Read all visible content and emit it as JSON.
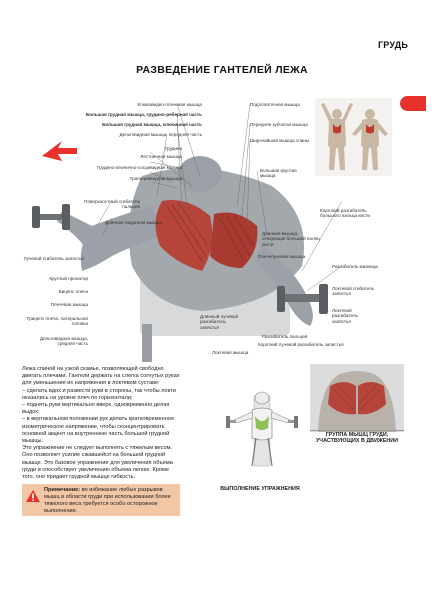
{
  "section_label": "ГРУДЬ",
  "title": "РАЗВЕДЕНИЕ ГАНТЕЛЕЙ ЛЕЖА",
  "labels": {
    "left": [
      {
        "text": "Клювовидно-плечевая мышца",
        "bold": false
      },
      {
        "text": "Большая грудная мышца, грудино-реберная часть",
        "bold": true
      },
      {
        "text": "Большая грудная мышца, ключичная часть",
        "bold": true
      },
      {
        "text": "Дельтовидная мышца, передняя часть",
        "bold": false
      },
      {
        "text": "Грудина",
        "bold": false
      },
      {
        "text": "Лестничная мышца",
        "bold": false
      },
      {
        "text": "Грудино-ключично-сосцевидная мышца",
        "bold": false
      },
      {
        "text": "Трапециевидная мышца",
        "bold": false
      },
      {
        "text": "Поверхностный сгибатель пальцев",
        "bold": false
      },
      {
        "text": "Длинная ладонная мышца",
        "bold": false
      },
      {
        "text": "Лучевой сгибатель запястья",
        "bold": false
      },
      {
        "text": "Круглый пронатор",
        "bold": false
      },
      {
        "text": "Бицепс плеча",
        "bold": false
      },
      {
        "text": "Плечевая мышца",
        "bold": false
      },
      {
        "text": "Трицепс плеча, латеральная головка",
        "bold": false
      },
      {
        "text": "Дельтовидная мышца, средняя часть",
        "bold": false
      }
    ],
    "right": [
      {
        "text": "Подлопаточная мышца"
      },
      {
        "text": "Передняя зубчатая мышца"
      },
      {
        "text": "Широчайшая мышца спины"
      },
      {
        "text": "Большая круглая мышца"
      },
      {
        "text": "Короткий разгибатель большого пальца кисти"
      },
      {
        "text": "Длинная мышца, отводящая большой палец кисти"
      },
      {
        "text": "Плечелучевая мышца"
      },
      {
        "text": "Разгибатель мизинца"
      },
      {
        "text": "Локтевой сгибатель запястья"
      },
      {
        "text": "Локтевой разгибатель запястья"
      },
      {
        "text": "Длинный лучевой разгибатель запястья"
      },
      {
        "text": "Разгибатель пальцев"
      },
      {
        "text": "Короткий лучевой разгибатель запястья"
      },
      {
        "text": "Локтевая мышца"
      }
    ]
  },
  "body_text": [
    "Лежа спиной на узкой скамье, позволяющей свободно двигать плечами. Гантели держать на слегка согнутых руках для уменьшения их напряжения в локтевом суставе:",
    "– сделать вдох и развести руки в стороны, так чтобы локти оказались на уровне плеч по горизонтали;",
    "– поднять руки вертикально вверх, одновременно делая выдох;",
    "– в вертикальном положении рук делать кратковременное изометрическое напряжение, чтобы сконцентрировать основной акцент на внутреннюю часть большой грудной мышцы.",
    "Это упражнение не следует выполнять с тяжелым весом. Оно позволяет усилие сжавшейся на большой грудной мышце. Это базовое упражнение для увеличения объема груди и способствует увеличению объема легких. Кроме того, оно придает грудной мышце гибкость."
  ],
  "note": {
    "label": "Примечание:",
    "text": " во избежание любых разрывов мышц в области груди при использовании более тяжелого веса требуется особо осторожное выполнение."
  },
  "muscle_caption": "ГРУППА МЫШЦ ГРУДИ, УЧАСТВУЮЩИХ В ДВИЖЕНИИ",
  "exec_caption": "ВЫПОЛНЕНИЕ УПРАЖНЕНИЯ",
  "colors": {
    "accent_red": "#e8312a",
    "muscle_red": "#b5453a",
    "note_bg": "#f2c7a6",
    "figure_gray": "#a3a8ad"
  }
}
